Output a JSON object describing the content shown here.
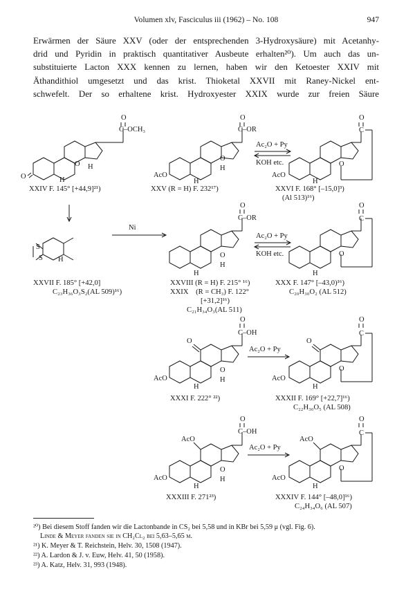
{
  "header": {
    "running_title": "Volumen xlv, Fasciculus iii (1962) – No. 108",
    "page_number": "947"
  },
  "paragraph": {
    "lines": [
      "Erwärmen der Säure XXV (oder der entsprechenden 3-Hydroxysäure) mit Acetanhy-",
      "drid und Pyridin in praktisch quantitativer Ausbeute erhalten²⁰). Um auch das un-",
      "substituierte Lacton XXX kennen zu lernen, haben wir den Ketoester XXIV mit",
      "Äthandithiol umgesetzt und das krist. Thioketal XXVII mit Raney-Nickel ent-",
      "schwefelt. Der so erhaltene krist. Hydroxyester XXIX wurde zur freien Säure"
    ]
  },
  "chem_text": {
    "O": "O",
    "C_OCH3": "C–OCH₃",
    "C_OR": "C–OR",
    "C_OH": "C–OH",
    "C": "C",
    "H": "H",
    "AcO": "AcO",
    "Ac2O_Py": "Ac₂O + Py",
    "KOH_etc": "KOH etc.",
    "Ni": "Ni",
    "S": "S"
  },
  "compounds": {
    "XXIV": "XXIV F. 145° [+44,9]²¹)",
    "XXV": "XXV (R = H) F. 232¹⁷)",
    "XXVI_1": "XXVI F. 168° [–15,0]³)",
    "XXVI_2": "(Al 513)¹⁶)",
    "XXVII_1": "XXVII F. 185° [+42,0]",
    "XXVII_2": "C₂₃H₃₆O₃S₂(AL 509)¹⁶)",
    "XXVIII_1": "XXVIII (R = H) F. 215° ¹⁶)",
    "XXIX_1": "XXIX    (R = CH₃) F. 122°",
    "XXIX_2": "[+31,2]¹⁶)",
    "XXIX_3": "C₂₁H₃₄O₃(AL 511)",
    "XXX_1": "XXX F. 147° [–43,0)¹⁶)",
    "XXX_2": "C₂₀H₃₀O₂ (AL 512)",
    "XXXI": "XXXI F. 222° ²²)",
    "XXXII_1": "XXXII F. 169° [+22,7]¹⁶)",
    "XXXII_2": "C₂₂H₃₀O₅ (AL 508)",
    "XXXIII": "XXXIII F. 271²³)",
    "XXXIV_1": "XXXIV F. 144° [–48,0]¹⁶)",
    "XXXIV_2": "C₂₄H₃₄O₆ (AL 507)"
  },
  "footnotes": [
    "²⁰) Bei diesem Stoff fanden wir die Lactonbande in CS₂ bei 5,58 und in KBr bei 5,59 μ (vgl. Fig. 6).",
    "Linde & Meyer fanden sie in CH₂Cl₂ bei 5,63–5,65 μ.",
    "²¹) K. Meyer & T. Reichstein, Helv. 30, 1508 (1947).",
    "²²) A. Lardon & J. v. Euw, Helv. 41, 50 (1958).",
    "²³) A. Katz, Helv. 31, 993 (1948)."
  ]
}
